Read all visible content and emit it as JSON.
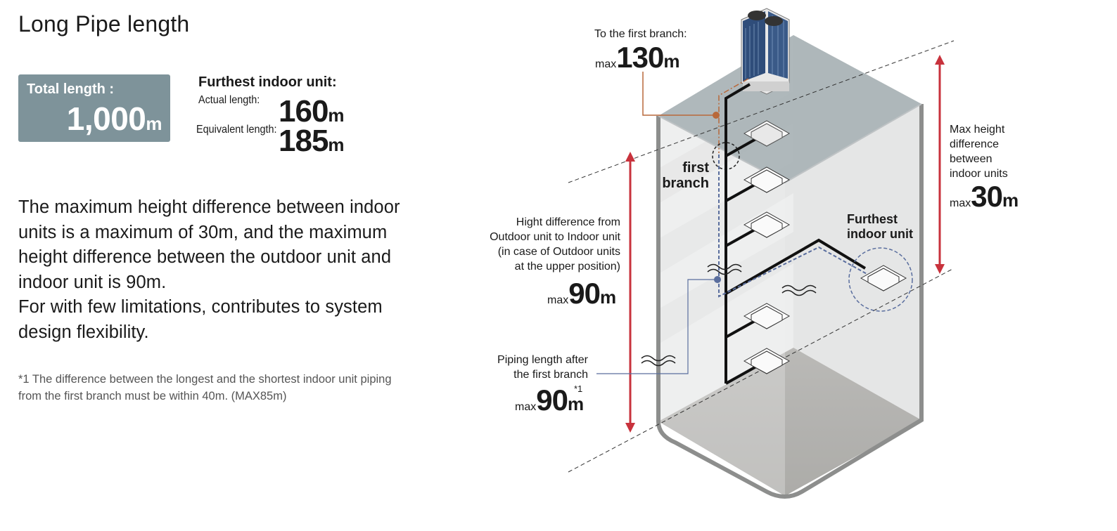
{
  "title": "Long Pipe length",
  "total": {
    "label": "Total length :",
    "value": "1,000",
    "unit": "m"
  },
  "furthest": {
    "heading": "Furthest indoor unit:",
    "actual_label": "Actual length:",
    "actual_value": "160",
    "actual_unit": "m",
    "equivalent_label": "Equivalent length:",
    "equivalent_value": "185",
    "equivalent_unit": "m"
  },
  "description": {
    "para1": "The maximum height difference between indoor units is a maximum of 30m, and the maximum height difference between the outdoor unit and indoor unit is 90m.",
    "para2": "For with few limitations, contributes to system design flexibility."
  },
  "footnote": "*1 The difference between the longest and the shortest indoor unit piping from the first branch must be within 40m. (MAX85m)",
  "diagram": {
    "first_branch_caption": "To the first branch:",
    "first_branch_max": "max",
    "first_branch_value": "130",
    "first_branch_unit": "m",
    "first_branch_label_1": "first",
    "first_branch_label_2": "branch",
    "height_diff_lines": [
      "Hight difference from",
      "Outdoor unit to Indoor unit",
      "(in case of Outdoor units",
      "at the upper position)"
    ],
    "height_diff_max": "max",
    "height_diff_value": "90",
    "height_diff_unit": "m",
    "piping_after_lines": [
      "Piping length after",
      "the first branch"
    ],
    "piping_after_max": "max",
    "piping_after_value": "90",
    "piping_after_unit": "m",
    "piping_after_note": "*1",
    "indoor_diff_lines": [
      "Max height",
      "difference",
      "between",
      "indoor units"
    ],
    "indoor_diff_max": "max",
    "indoor_diff_value": "30",
    "indoor_diff_unit": "m",
    "furthest_label_1": "Furthest",
    "furthest_label_2": "indoor unit",
    "colors": {
      "arrow": "#c8323c",
      "orange_pipe": "#b8683a",
      "blue_pipe": "#5a6e9e",
      "box_gray": "#7e939a"
    }
  }
}
